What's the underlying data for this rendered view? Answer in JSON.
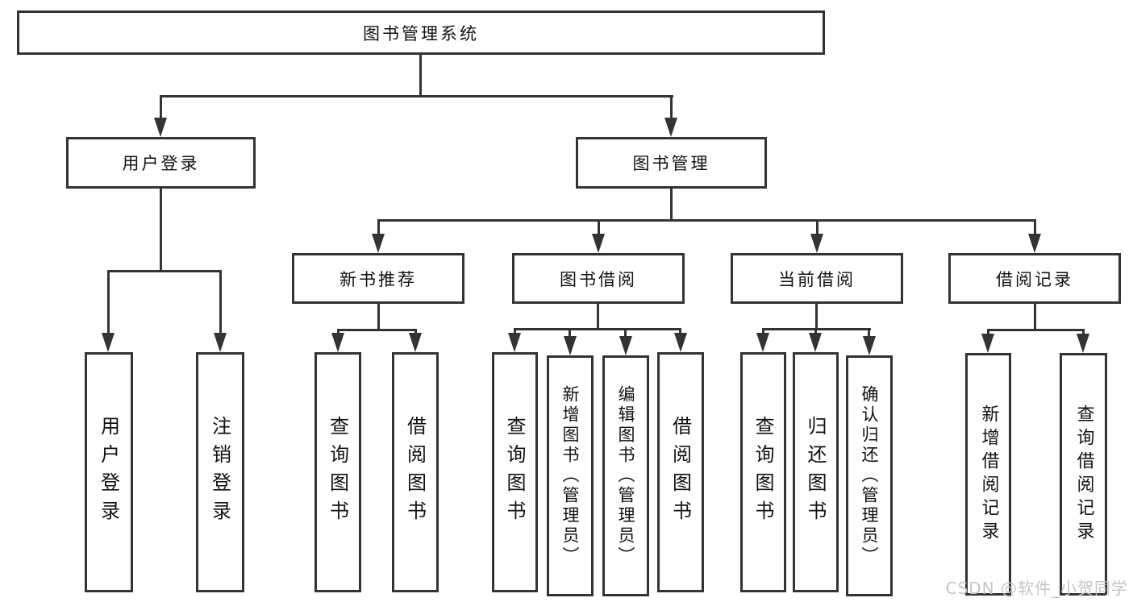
{
  "diagram": {
    "title": "图书管理系统",
    "branches": [
      {
        "label": "用户登录",
        "children": [
          {
            "label": "用户登录"
          },
          {
            "label": "注销登录"
          }
        ]
      },
      {
        "label": "图书管理",
        "children": [
          {
            "label": "新书推荐",
            "children": [
              {
                "label": "查询图书"
              },
              {
                "label": "借阅图书"
              }
            ]
          },
          {
            "label": "图书借阅",
            "children": [
              {
                "label": "查询图书"
              },
              {
                "label": "新增图书（管理员）"
              },
              {
                "label": "编辑图书（管理员）"
              },
              {
                "label": "借阅图书"
              }
            ]
          },
          {
            "label": "当前借阅",
            "children": [
              {
                "label": "查询图书"
              },
              {
                "label": "归还图书"
              },
              {
                "label": "确认归还（管理员）"
              }
            ]
          },
          {
            "label": "借阅记录",
            "children": [
              {
                "label": "新增借阅记录"
              },
              {
                "label": "查询借阅记录"
              }
            ]
          }
        ]
      }
    ]
  },
  "watermark": "CSDN @软件_小贺同学"
}
